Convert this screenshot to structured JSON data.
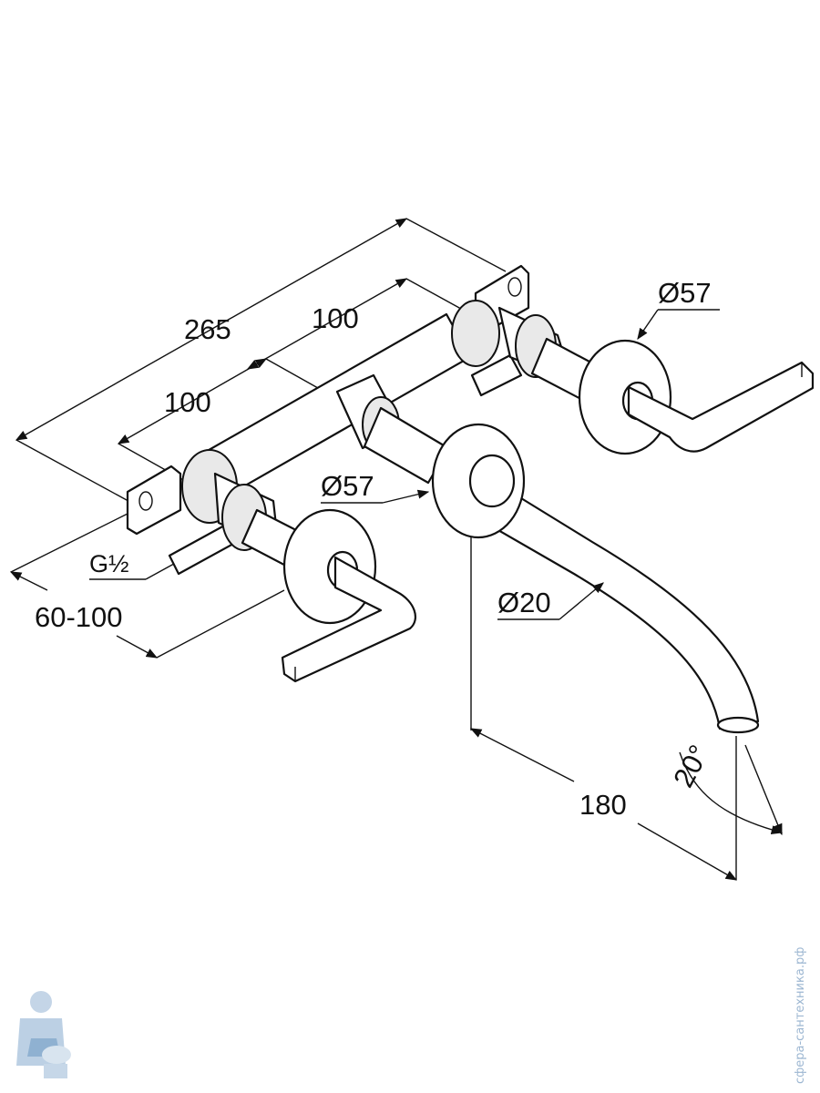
{
  "diagram": {
    "dimensions": {
      "overall_width": "265",
      "spacing_right": "100",
      "spacing_left": "100",
      "connection_thread": "G½",
      "wall_depth": "60-100",
      "rosette_right": "Ø57",
      "rosette_spout": "Ø57",
      "spout_diameter": "Ø20",
      "spout_projection": "180",
      "spout_angle": "20°"
    },
    "watermark": {
      "text": "сфера-сантехника.рф"
    },
    "colors": {
      "line": "#111111",
      "background": "#ffffff",
      "watermark": "#9db7d2"
    }
  }
}
